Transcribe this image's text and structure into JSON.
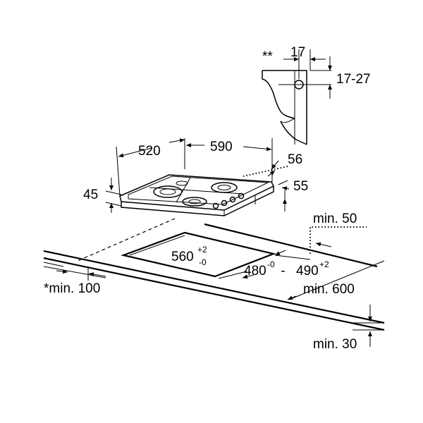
{
  "labels": {
    "double_star": "**",
    "top_width": "17",
    "top_height": "17-27",
    "depth": "520",
    "width": "590",
    "rear_gap": "56",
    "thickness": "45",
    "front_depth": "55",
    "rear_wall_min": "min. 50",
    "cutout_width": "560",
    "cutout_width_plus": "+2",
    "cutout_width_minus": "-0",
    "cutout_depth_a": "480",
    "cutout_depth_a_sup": "-0",
    "cutout_depth_sep": " - ",
    "cutout_depth_b": "490",
    "cutout_depth_b_sup": "+2",
    "side_min": "*min. 100",
    "worktop_depth_min": "min. 600",
    "worktop_thickness_min": "min. 30"
  }
}
